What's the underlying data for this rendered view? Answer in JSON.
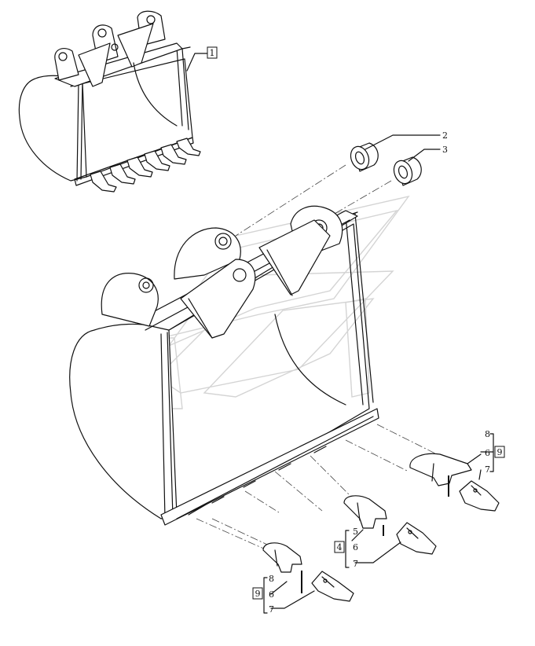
{
  "callouts": {
    "c1": "1",
    "c2": "2",
    "c3": "3",
    "c8a": "8",
    "c6a": "6",
    "c9a": "9",
    "c7a": "7",
    "c5b": "5",
    "c4b": "4",
    "c6b": "6",
    "c7b": "7",
    "c8c": "8",
    "c9c": "9",
    "c6c": "6",
    "c7c": "7"
  }
}
